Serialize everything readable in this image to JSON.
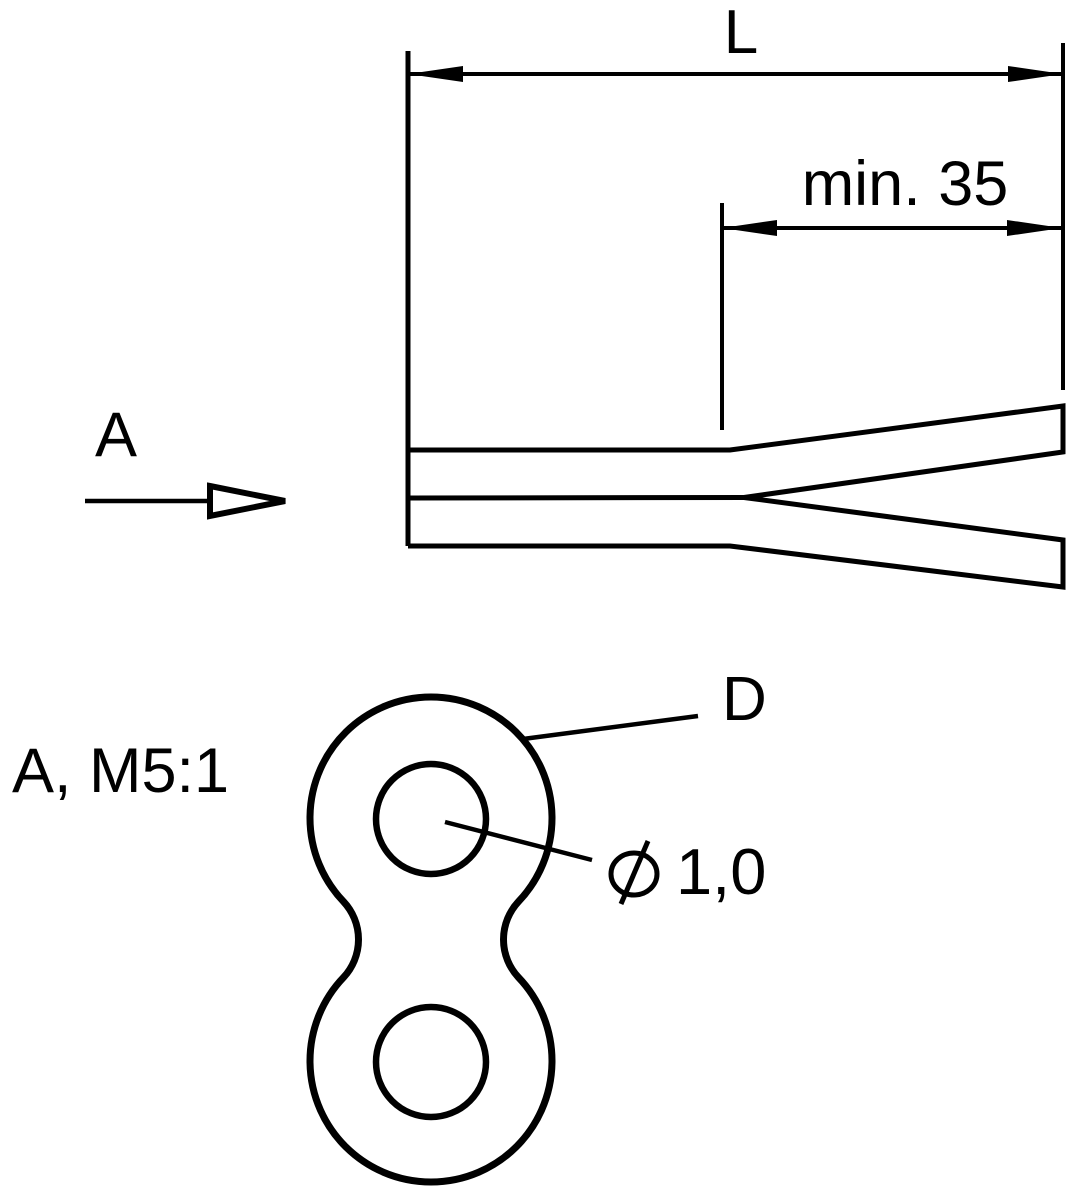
{
  "colors": {
    "background": "#ffffff",
    "line": "#000000"
  },
  "side_view": {
    "length_dimension_label": "L",
    "split_length_dimension_label": "min. 35",
    "view_arrow_label": "A"
  },
  "section_view": {
    "title": "A, M5:1",
    "outer_diameter_label": "D",
    "diameter_symbol": "⌀",
    "inner_diameter_value": "1,0"
  }
}
